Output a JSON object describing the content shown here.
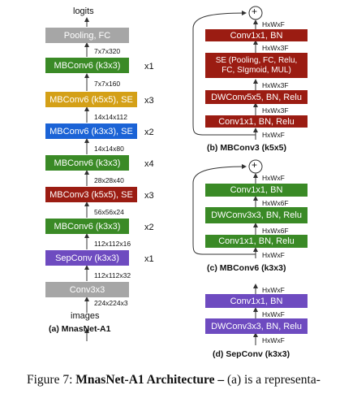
{
  "colors": {
    "gray": "#a6a6a6",
    "green": "#3a8a26",
    "gold": "#d4a017",
    "blue": "#1b63d6",
    "darkred": "#9b1c12",
    "purple": "#6e4bc0",
    "line": "#333333"
  },
  "model": {
    "output_label": "logits",
    "input_label": "images",
    "caption": "(a) MnasNet-A1",
    "blocks": [
      {
        "label": "Pooling, FC",
        "color": "gray",
        "mult": ""
      },
      {
        "label": "MBConv6 (k3x3)",
        "color": "green",
        "mult": "x1"
      },
      {
        "label": "MBConv6 (k5x5), SE",
        "color": "gold",
        "mult": "x3"
      },
      {
        "label": "MBConv6 (k3x3), SE",
        "color": "blue",
        "mult": "x2"
      },
      {
        "label": "MBConv6 (k3x3)",
        "color": "green",
        "mult": "x4"
      },
      {
        "label": "MBConv3 (k5x5), SE",
        "color": "darkred",
        "mult": "x3"
      },
      {
        "label": "MBConv6 (k3x3)",
        "color": "green",
        "mult": "x2"
      },
      {
        "label": "SepConv (k3x3)",
        "color": "purple",
        "mult": "x1"
      },
      {
        "label": "Conv3x3",
        "color": "gray",
        "mult": ""
      }
    ],
    "dims": [
      "7x7x320",
      "7x7x160",
      "14x14x112",
      "14x14x80",
      "28x28x40",
      "56x56x24",
      "112x112x16",
      "112x112x32",
      "224x224x3"
    ]
  },
  "mbconv3": {
    "caption": "(b) MBConv3 (k5x5)",
    "plus": "+",
    "blocks": [
      "Conv1x1, BN",
      "SE (Pooling, FC, Relu,|FC, SIgmoid, MUL)",
      "DWConv5x5, BN, Relu",
      "Conv1x1, BN, Relu"
    ],
    "dims": [
      "HxWxF",
      "HxWx3F",
      "HxWx3F",
      "HxWx3F",
      "HxWxF"
    ]
  },
  "mbconv6": {
    "caption": "(c) MBConv6 (k3x3)",
    "plus": "+",
    "blocks": [
      "Conv1x1, BN",
      "DWConv3x3, BN, Relu",
      "Conv1x1, BN, Relu"
    ],
    "dims": [
      "HxWxF",
      "HxWx6F",
      "HxWx6F",
      "HxWxF"
    ]
  },
  "sepconv": {
    "caption": "(d) SepConv (k3x3)",
    "blocks": [
      "Conv1x1, BN",
      "DWConv3x3, BN, Relu"
    ],
    "dims": [
      "HxWxF",
      "HxWxF",
      "HxWxF"
    ]
  },
  "figure_caption": {
    "prefix": "Figure 7: ",
    "bold": "MnasNet-A1 Architecture – ",
    "rest": "(a) is a representa-"
  }
}
